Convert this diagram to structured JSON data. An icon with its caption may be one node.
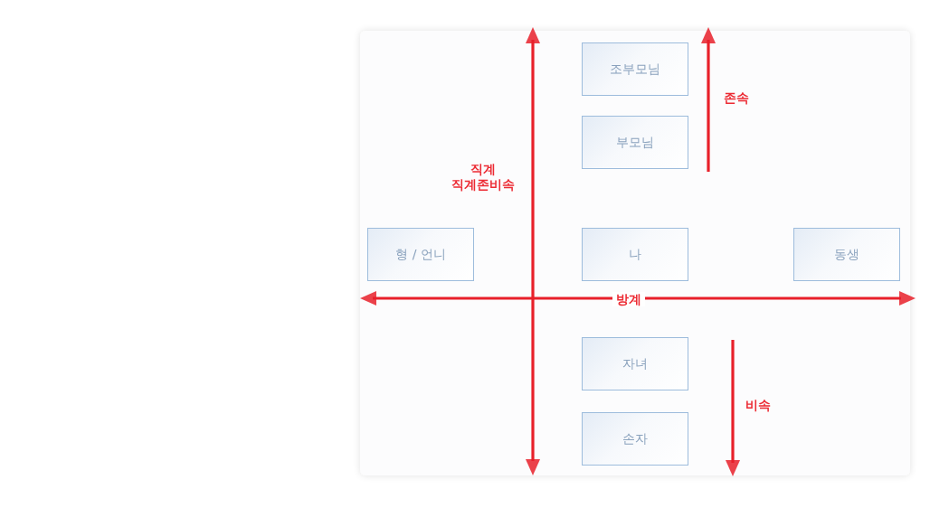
{
  "diagram": {
    "nodes": [
      {
        "text": [
          "조부모님"
        ]
      },
      {
        "text": [
          "부모님"
        ]
      },
      {
        "text": [
          "형 / 언니"
        ]
      },
      {
        "text": [
          "나"
        ]
      },
      {
        "text": [
          "동생"
        ]
      },
      {
        "text": [
          "자녀"
        ]
      },
      {
        "text": [
          "손자"
        ]
      }
    ],
    "labels": [
      "존속",
      "직계",
      "직계존비속",
      "방계",
      "비속"
    ]
  }
}
